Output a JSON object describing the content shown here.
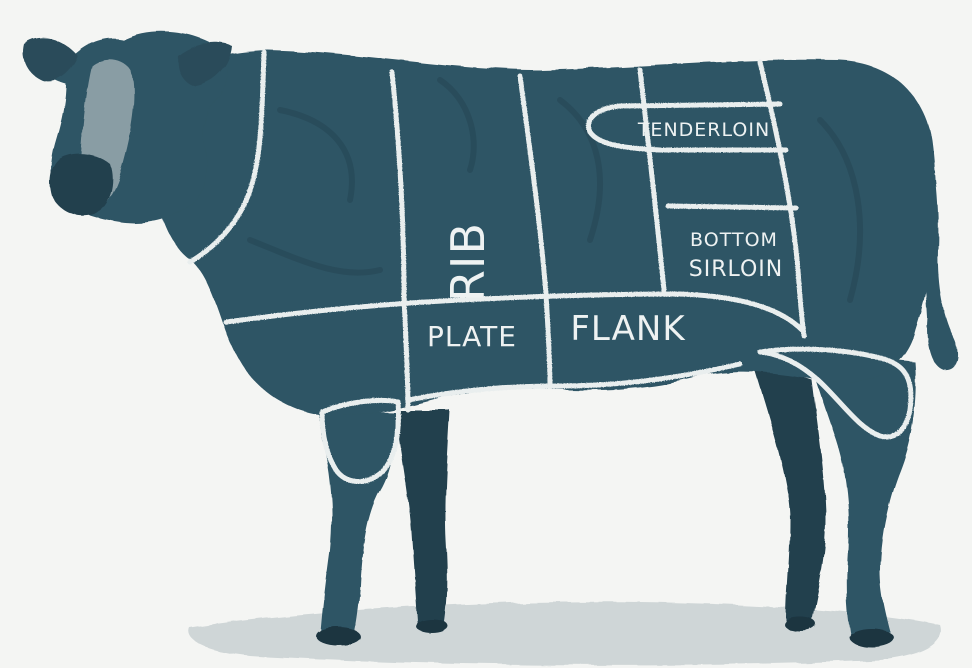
{
  "diagram": {
    "colors": {
      "background": "#f4f5f3",
      "cow": "#2f5565",
      "cow_dark": "#213f4d",
      "face": "#8ea1a8",
      "chalk": "#e9eeee",
      "shadow": "#c3ccce"
    },
    "labels": {
      "rib": "RIB",
      "tenderloin": "TENDERLOIN",
      "bottom": "BOTTOM",
      "sirloin": "SIRLOIN",
      "plate": "PLATE",
      "flank": "FLANK"
    }
  }
}
